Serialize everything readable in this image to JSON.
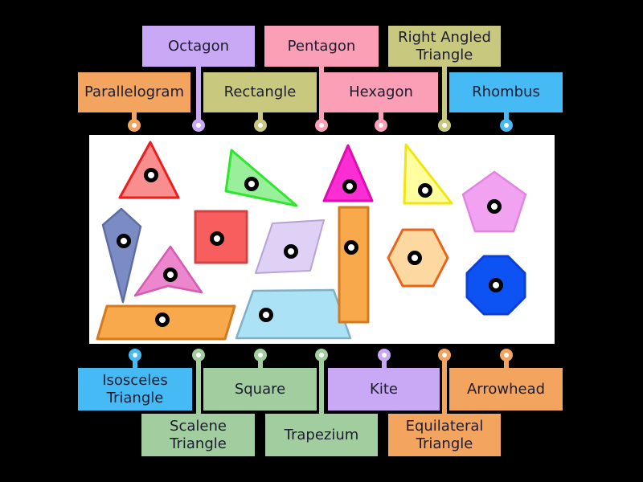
{
  "page": {
    "background": "#000000",
    "board_background": "#ffffff",
    "label_text_color": "#1c1c30"
  },
  "labels": [
    {
      "id": "octagon",
      "text": "Octagon",
      "color": "#c9a8f5"
    },
    {
      "id": "pentagon",
      "text": "Pentagon",
      "color": "#fb9fb6"
    },
    {
      "id": "right-angled-triangle",
      "text": "Right Angled Triangle",
      "color": "#c9c87f"
    },
    {
      "id": "parallelogram",
      "text": "Parallelogram",
      "color": "#f3a55f"
    },
    {
      "id": "rectangle",
      "text": "Rectangle",
      "color": "#c9c87f"
    },
    {
      "id": "hexagon",
      "text": "Hexagon",
      "color": "#fb9fb6"
    },
    {
      "id": "rhombus",
      "text": "Rhombus",
      "color": "#46baf5"
    },
    {
      "id": "isosceles-triangle",
      "text": "Isosceles Triangle",
      "color": "#46baf5"
    },
    {
      "id": "square",
      "text": "Square",
      "color": "#a2cd9e"
    },
    {
      "id": "kite",
      "text": "Kite",
      "color": "#c9a8f5"
    },
    {
      "id": "arrowhead",
      "text": "Arrowhead",
      "color": "#f3a55f"
    },
    {
      "id": "scalene-triangle",
      "text": "Scalene Triangle",
      "color": "#a2cd9e"
    },
    {
      "id": "trapezium",
      "text": "Trapezium",
      "color": "#a2cd9e"
    },
    {
      "id": "equilateral-triangle",
      "text": "Equilateral Triangle",
      "color": "#f3a55f"
    }
  ],
  "shapes": [
    {
      "id": "equilateral-triangle-shape",
      "name": "red equilateral triangle",
      "fill": "#f98e8e",
      "stroke": "#ee1c1c"
    },
    {
      "id": "scalene-triangle-shape",
      "name": "green scalene triangle",
      "fill": "#9aef9a",
      "stroke": "#2ee62e"
    },
    {
      "id": "isosceles-triangle-shape",
      "name": "magenta isosceles triangle",
      "fill": "#fa2ed2",
      "stroke": "#e00cb2"
    },
    {
      "id": "right-angled-triangle-shape",
      "name": "yellow right angled triangle",
      "fill": "#ffffa0",
      "stroke": "#f2e50e"
    },
    {
      "id": "pentagon-shape",
      "name": "violet pentagon",
      "fill": "#f1a3f1",
      "stroke": "#e383e3"
    },
    {
      "id": "kite-shape",
      "name": "slate blue kite",
      "fill": "#7b8cc5",
      "stroke": "#5f6da6"
    },
    {
      "id": "square-shape",
      "name": "red square",
      "fill": "#f85e5e",
      "stroke": "#cf4343"
    },
    {
      "id": "arrowhead-shape",
      "name": "pink arrowhead",
      "fill": "#ec86cd",
      "stroke": "#d45cb2"
    },
    {
      "id": "rhombus-shape",
      "name": "lavender rhombus",
      "fill": "#ded1f5",
      "stroke": "#b7a3d6"
    },
    {
      "id": "trapezium-shape",
      "name": "cyan trapezium",
      "fill": "#abe2f5",
      "stroke": "#7fb0c6"
    },
    {
      "id": "rectangle-shape",
      "name": "orange rectangle",
      "fill": "#f7a94c",
      "stroke": "#d4791c"
    },
    {
      "id": "hexagon-shape",
      "name": "light orange hexagon",
      "fill": "#fdd9a1",
      "stroke": "#e9631b"
    },
    {
      "id": "octagon-shape",
      "name": "blue octagon",
      "fill": "#0d52f2",
      "stroke": "#0b3fd6"
    },
    {
      "id": "parallelogram-shape",
      "name": "orange parallelogram",
      "fill": "#f7a94c",
      "stroke": "#d4791c"
    }
  ],
  "marker": {
    "ring_color": "#000000",
    "center_color": "#ffffff"
  },
  "pin": {
    "center_color": "#ffffff"
  }
}
